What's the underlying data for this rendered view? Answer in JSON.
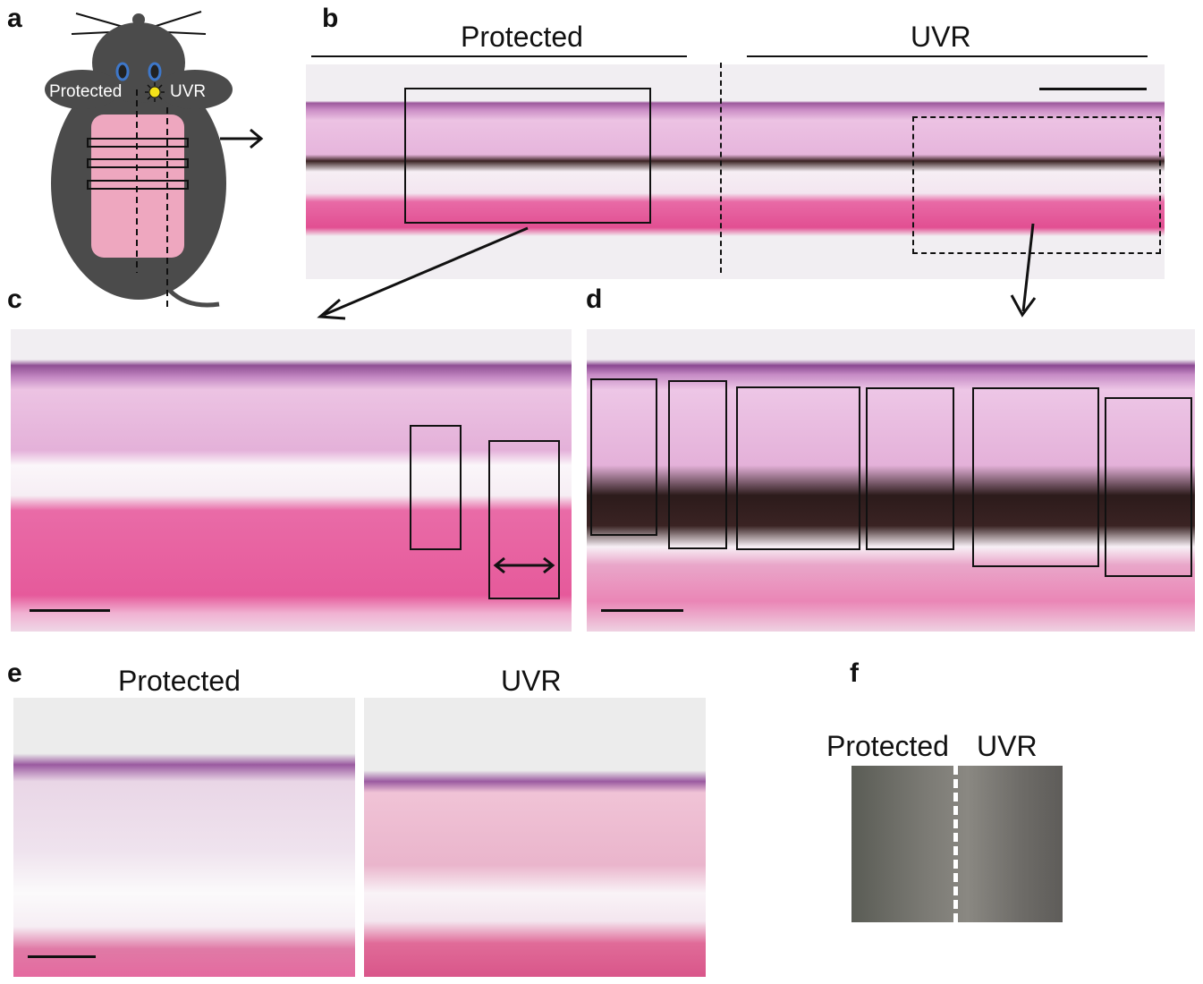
{
  "panels": {
    "a": {
      "letter": "a",
      "label_protected": "Protected",
      "label_uvr": "UVR"
    },
    "b": {
      "letter": "b",
      "label_protected": "Protected",
      "label_uvr": "UVR"
    },
    "c": {
      "letter": "c"
    },
    "d": {
      "letter": "d"
    },
    "e": {
      "letter": "e",
      "label_protected": "Protected",
      "label_uvr": "UVR"
    },
    "f": {
      "letter": "f",
      "label_protected": "Protected",
      "label_uvr": "UVR"
    }
  },
  "colors": {
    "mouse_body": "#4b4b4b",
    "shaved_patch": "#eea7bf",
    "eye": "#3e77c9",
    "sun": "#f4e21a"
  }
}
